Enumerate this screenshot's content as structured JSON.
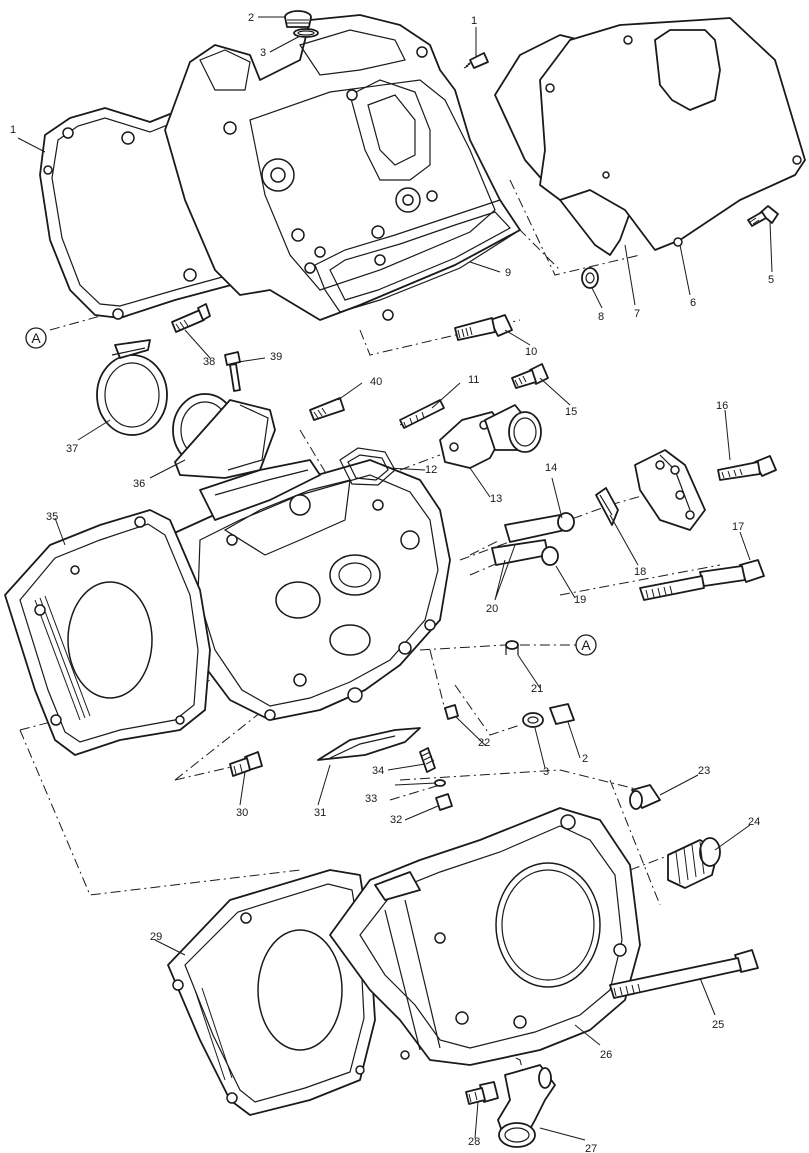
{
  "callouts": [
    "1",
    "2",
    "3",
    "1",
    "5",
    "6",
    "7",
    "8",
    "9",
    "10",
    "A",
    "38",
    "39",
    "40",
    "11",
    "15",
    "16",
    "37",
    "36",
    "12",
    "13",
    "14",
    "18",
    "35",
    "17",
    "20",
    "19",
    "21",
    "A",
    "22",
    "2",
    "3",
    "34",
    "30",
    "31",
    "33",
    "32",
    "23",
    "24",
    "29",
    "25",
    "26",
    "28",
    "27"
  ]
}
